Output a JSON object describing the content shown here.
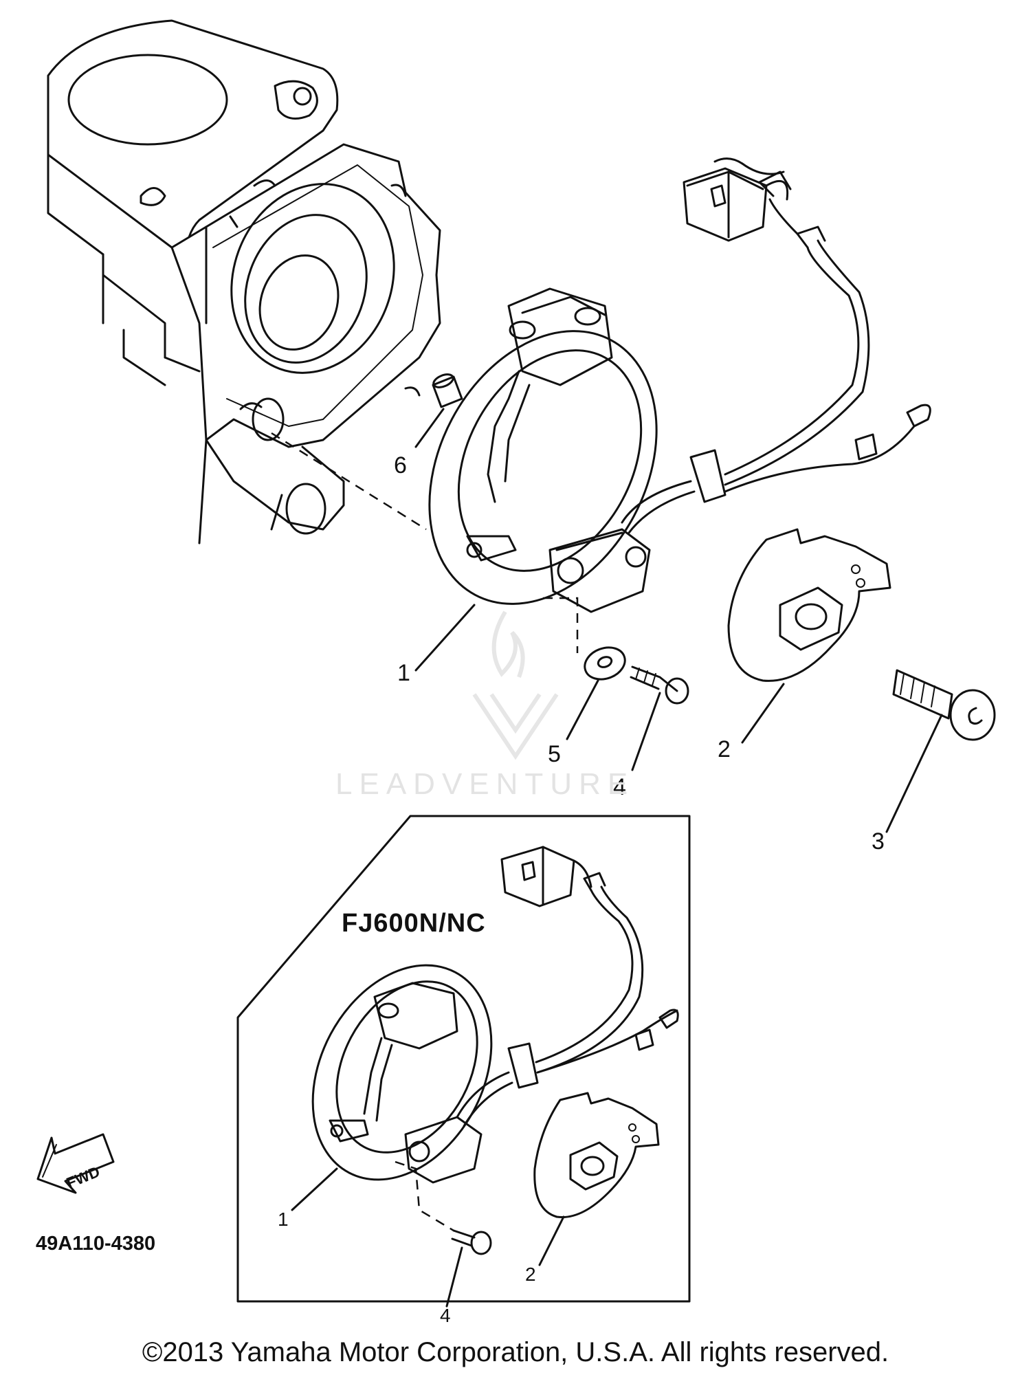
{
  "diagram": {
    "callouts": {
      "c1_main": "1",
      "c2_main": "2",
      "c3_main": "3",
      "c4_main": "4",
      "c5_main": "5",
      "c6_main": "6",
      "c1_inset": "1",
      "c2_inset": "2",
      "c4_inset": "4"
    },
    "inset_label": "FJ600N/NC",
    "fwd_arrow_label": "FWD",
    "diagram_code": "49A110-4380",
    "watermark": "LEADVENTURE",
    "copyright": "©2013 Yamaha Motor Corporation, U.S.A. All rights reserved."
  }
}
